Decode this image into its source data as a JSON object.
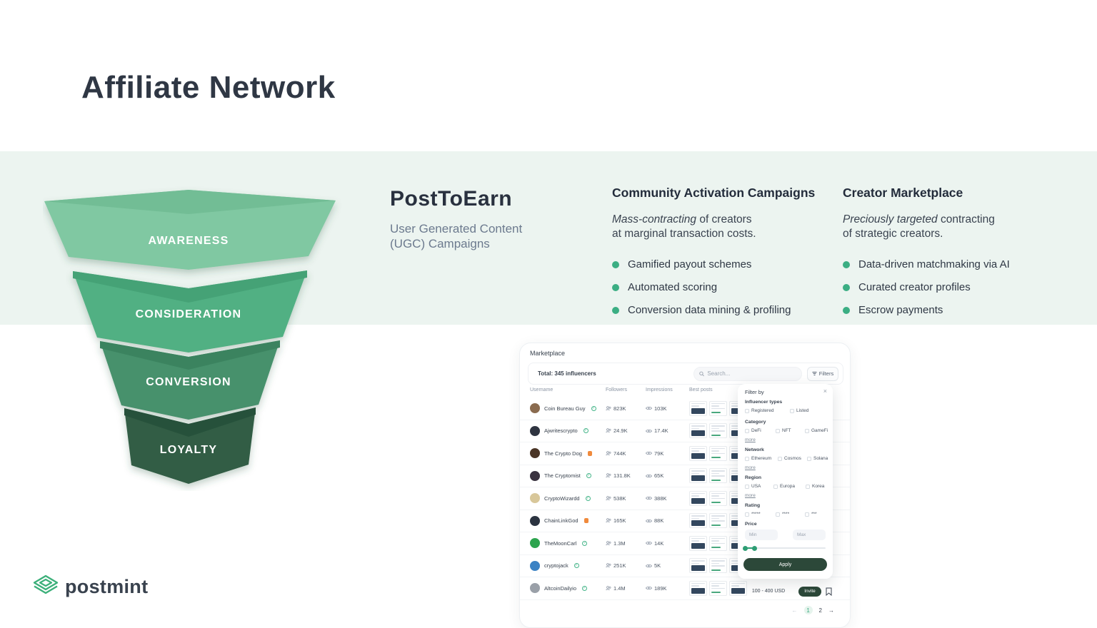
{
  "slide": {
    "title": "Affiliate Network"
  },
  "funnel": {
    "stages": [
      {
        "label": "AWARENESS",
        "face": "#80C8A2",
        "lip": "#72BD95"
      },
      {
        "label": "CONSIDERATION",
        "face": "#51B083",
        "lip": "#45A276"
      },
      {
        "label": "CONVERSION",
        "face": "#46916C",
        "lip": "#3B835F"
      },
      {
        "label": "LOYALTY",
        "face": "#305D45",
        "lip": "#28513A"
      }
    ]
  },
  "post_to_earn": {
    "title": "PostToEarn",
    "subtitle_line1": "User Generated Content",
    "subtitle_line2": "(UGC) Campaigns"
  },
  "bullet_color": "#3BAE83",
  "community": {
    "title": "Community Activation Campaigns",
    "intro_italic": "Mass-contracting",
    "intro_rest": " of creators",
    "intro_line2": "at marginal transaction costs.",
    "bullets": [
      "Gamified payout schemes",
      "Automated scoring",
      "Conversion data mining & profiling"
    ]
  },
  "creator": {
    "title": "Creator Marketplace",
    "intro_italic": "Preciously targeted",
    "intro_rest": " contracting",
    "intro_line2": "of strategic creators.",
    "bullets": [
      "Data-driven matchmaking via AI",
      "Curated creator profiles",
      "Escrow payments"
    ]
  },
  "marketplace": {
    "window_title": "Marketplace",
    "total": "Total: 345 influencers",
    "search_placeholder": "Search...",
    "filters_label": "Filters",
    "columns": [
      "Username",
      "Followers",
      "Impressions",
      "Best posts"
    ],
    "rows": [
      {
        "name": "Coin Bureau Guy",
        "followers": "823K",
        "impressions": "103K",
        "badge": "verified",
        "avatar": "#8A6B4F"
      },
      {
        "name": "Ajwritescrypto",
        "followers": "24.9K",
        "impressions": "17.4K",
        "badge": "verified",
        "avatar": "#2E3440"
      },
      {
        "name": "The Crypto Dog",
        "followers": "744K",
        "impressions": "79K",
        "badge": "hot",
        "avatar": "#4A3526"
      },
      {
        "name": "The Cryptomist",
        "followers": "131.8K",
        "impressions": "65K",
        "badge": "verified",
        "avatar": "#3A3340"
      },
      {
        "name": "CryptoWizardd",
        "followers": "538K",
        "impressions": "388K",
        "badge": "verified",
        "avatar": "#D8C79A"
      },
      {
        "name": "ChainLinkGod",
        "followers": "165K",
        "impressions": "88K",
        "badge": "hot",
        "avatar": "#2B3340"
      },
      {
        "name": "TheMoonCarl",
        "followers": "1.3M",
        "impressions": "14K",
        "badge": "verified",
        "avatar": "#2DA44E"
      },
      {
        "name": "cryptojack",
        "followers": "251K",
        "impressions": "5K",
        "badge": "verified",
        "avatar": "#3B82C4"
      },
      {
        "name": "AltcoinDailyio",
        "followers": "1.4M",
        "impressions": "189K",
        "badge": "verified",
        "avatar": "#9AA0A8"
      }
    ],
    "last_row_price": "100 - 400 USD",
    "invite_label": "Invite",
    "pagination": {
      "prev": "←",
      "page1": "1",
      "page2": "2",
      "next": "→"
    }
  },
  "filter_panel": {
    "title": "Filter by",
    "close": "×",
    "influencer_types": {
      "label": "Influencer types",
      "options": [
        "Registered",
        "Listed"
      ]
    },
    "category": {
      "label": "Category",
      "options": [
        "DeFi",
        "NFT",
        "GameFi"
      ]
    },
    "network": {
      "label": "Network",
      "options": [
        "Ethereum",
        "Cosmos",
        "Solana"
      ]
    },
    "region": {
      "label": "Region",
      "options": [
        "USA",
        "Europa",
        "Korea"
      ]
    },
    "rating": {
      "label": "Rating",
      "options": [
        "*****",
        "****",
        "***"
      ]
    },
    "price": {
      "label": "Price",
      "min_placeholder": "Min",
      "max_placeholder": "Max"
    },
    "more_label": "more",
    "apply_label": "Apply"
  },
  "logo": {
    "text": "postmint"
  }
}
